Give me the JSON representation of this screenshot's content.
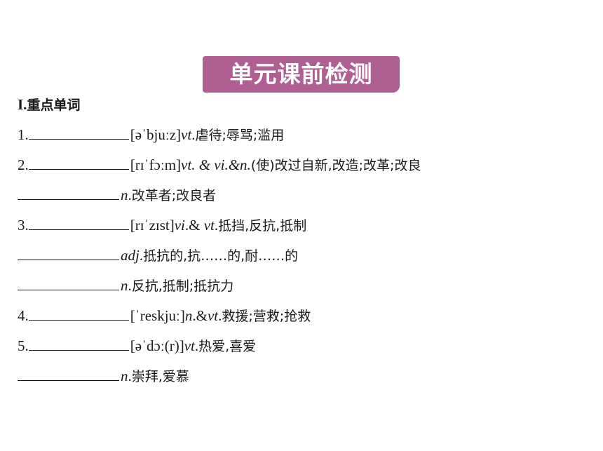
{
  "banner": {
    "title": "单元课前检测"
  },
  "section": {
    "roman": "I.",
    "title": "重点单词"
  },
  "items": [
    {
      "num": "1.",
      "phonetic": "[əˈbjuːz]",
      "pos": "vt",
      "sep": ".",
      "meaning": "虐待;辱骂;滥用"
    },
    {
      "num": "2.",
      "phonetic": "[rɪˈfɔːm]",
      "pos": "vt. & vi.&n.",
      "sep": "",
      "meaning": "(使)改过自新,改造;改革;改良"
    },
    {
      "num": "",
      "phonetic": "",
      "pos": "n",
      "sep": ".",
      "meaning": "改革者;改良者"
    },
    {
      "num": "3.",
      "phonetic": "[rɪˈzɪst]",
      "pos": "vi",
      "sep": ".& ",
      "pos2": "vt",
      "sep2": ".",
      "meaning": "抵挡,反抗,抵制"
    },
    {
      "num": "",
      "phonetic": "",
      "pos": "adj",
      "sep": ".",
      "meaning": "抵抗的,抗……的,耐……的"
    },
    {
      "num": "",
      "phonetic": "",
      "pos": "n",
      "sep": ".",
      "meaning": "反抗,抵制;抵抗力"
    },
    {
      "num": "4.",
      "phonetic": "[ˈreskjuː]",
      "pos": "n",
      "sep": ".&",
      "pos2": "vt",
      "sep2": ".",
      "meaning": "救援;营救;抢救"
    },
    {
      "num": "5.",
      "phonetic": "[əˈdɔː(r)]",
      "pos": "vt",
      "sep": ".",
      "meaning": "热爱,喜爱"
    },
    {
      "num": "",
      "phonetic": "",
      "pos": "n",
      "sep": ".",
      "meaning": "崇拜,爱慕"
    }
  ]
}
